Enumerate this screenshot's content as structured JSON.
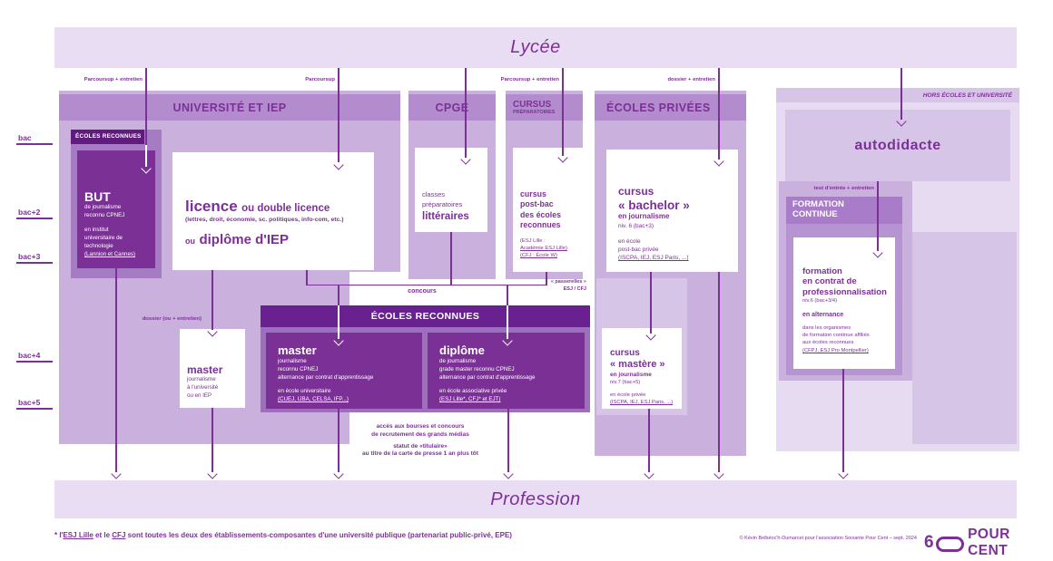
{
  "colors": {
    "accent": "#7c3097",
    "dark_box": "#7b3096",
    "banner_dark": "#6a2190",
    "mini_banner": "#5f1c7d",
    "panel": "#cab0dc",
    "header_band": "#b28ccd",
    "light_band": "#e8ddf2",
    "frame": "#a57bc3",
    "white": "#ffffff"
  },
  "top_band": {
    "label": "Lycée"
  },
  "bottom_band": {
    "label": "Profession"
  },
  "axis_labels": [
    "bac",
    "bac+2",
    "bac+3",
    "bac+4",
    "bac+5"
  ],
  "entry_labels": {
    "but": "Parcoursup + entretien",
    "licence": "Parcoursup",
    "cursus_prep": "Parcoursup + entretien",
    "bachelor": "dossier + entretien",
    "master_uni": "dossier (ou + entretien)",
    "formation": "test d'entrée + entretien"
  },
  "university": {
    "header": "UNIVERSITÉ ET IEP",
    "ecoles_reconnues_tag": "ÉCOLES RECONNUES",
    "but": {
      "title": "BUT",
      "l1": "de journalisme",
      "l2": "reconnu CPNEJ",
      "l3": "en institut",
      "l4": "universitaire de",
      "l5": "technologie",
      "link": "(Lannion et Cannes)"
    },
    "licence": {
      "t1": "licence",
      "t2": "ou double licence",
      "sub": "(lettres, droit, économie, sc. politiques, info-com, etc.)",
      "t3": "ou",
      "t4": "diplôme d'IEP"
    },
    "master": {
      "title": "master",
      "l1": "journalisme",
      "l2": "à l'université",
      "l3": "ou en IEP"
    }
  },
  "cpge": {
    "header": "CPGE",
    "box": {
      "l1": "classes",
      "l2": "préparatoires",
      "l3": "littéraires"
    }
  },
  "cursus_prep": {
    "header1": "CURSUS",
    "header2": "PRÉPARATOIRES",
    "box": {
      "t1": "cursus",
      "t2": "post-bac",
      "t3": "des écoles",
      "t4": "reconnues",
      "link1": "(ESJ Lille :",
      "link2": "Académie ESJ Lille)",
      "link3": "(CFJ : École W)"
    }
  },
  "ecoles_privees": {
    "header": "ÉCOLES PRIVÉES",
    "bachelor": {
      "t1": "cursus",
      "t2": "« bachelor »",
      "l1": "en journalisme",
      "l2": "niv. 6 (bac+3)",
      "l3": "en école",
      "l4": "post-bac privée",
      "link": "(ISCPA, IEJ, ESJ Paris, ...)"
    },
    "mastere": {
      "t1": "cursus",
      "t2": "« mastère »",
      "l1": "en journalisme",
      "l2": "niv.7 (bac+5)",
      "l3": "en école privée",
      "link": "(ISCPA, IEJ, ESJ Paris, ...)"
    }
  },
  "ecoles_reconnues": {
    "banner": "ÉCOLES RECONNUES",
    "master": {
      "title": "master",
      "l1": "journalisme",
      "l2": "reconnu CPNEJ",
      "l3": "alternance par contrat d'apprentissage",
      "l4": "en école universitaire",
      "link": "(CUEJ, IJBA, CELSA, IFP...)"
    },
    "diplome": {
      "title": "diplôme",
      "l1": "de journalisme",
      "l2": "grade master reconnu CPNEJ",
      "l3": "alternance par contrat d'apprentissage",
      "l4": "en école associative privée",
      "link": "(ESJ Lille*, CFJ* et EJT)"
    }
  },
  "hors_ecoles": {
    "header": "HORS ÉCOLES ET UNIVERSITÉ",
    "autodidacte": "autodidacte",
    "formation_header1": "FORMATION",
    "formation_header2": "CONTINUE",
    "formation": {
      "t1": "formation",
      "t2": "en contrat de",
      "t3": "professionnalisation",
      "l1": "niv.6 (bac+3/4)",
      "l2": "en alternance",
      "l3": "dans les organismes",
      "l4": "de formation continue affiliés",
      "l5": "aux écoles reconnues",
      "link": "(CFPJ, ESJ Pro Montpellier)"
    }
  },
  "notes": {
    "concours": "concours",
    "passerelles1": "« passerelles »",
    "passerelles2": "ESJ / CFJ",
    "bourses1": "accès aux bourses et concours",
    "bourses2": "de recrutement des grands médias",
    "statut1": "statut de «titulaire»",
    "statut2": "au titre de la carte de presse 1 an plus tôt"
  },
  "footer": {
    "note_p1": "* l'",
    "note_link1": "ESJ Lille",
    "note_p2": " et le ",
    "note_link2": "CFJ",
    "note_p3": " sont toutes les deux des établissements-composantes d'une université publique (partenariat public-privé, EPE)",
    "credit": "© Kévin Belbéoc'h-Dumarcet pour l'association Soixante Pour Cent – sept. 2024",
    "logo_digit": "6",
    "logo_text": "POUR CENT"
  }
}
